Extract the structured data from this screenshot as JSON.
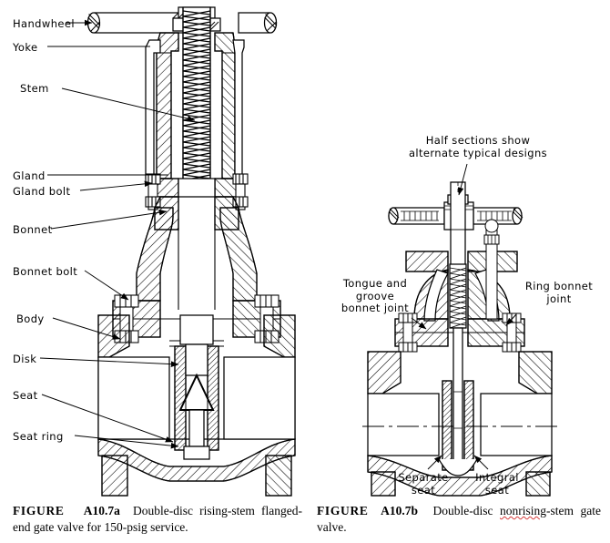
{
  "figure": {
    "type": "engineering-cross-section-diagram",
    "subject": "Double-disc gate valves",
    "background_color": "#ffffff",
    "line_color": "#000000",
    "spellcheck_underline_color": "#d63b3b"
  },
  "left_figure": {
    "id": "A10.7a",
    "title": "Double-disc rising-stem flanged-end gate valve",
    "callouts": [
      {
        "id": "handwheel",
        "label": "Handwheel"
      },
      {
        "id": "yoke",
        "label": "Yoke"
      },
      {
        "id": "stem",
        "label": "Stem"
      },
      {
        "id": "gland",
        "label": "Gland"
      },
      {
        "id": "gland-bolt",
        "label": "Gland  bolt"
      },
      {
        "id": "bonnet",
        "label": "Bonnet"
      },
      {
        "id": "bonnet-bolt",
        "label": "Bonnet  bolt"
      },
      {
        "id": "body",
        "label": "Body"
      },
      {
        "id": "disk",
        "label": "Disk"
      },
      {
        "id": "seat",
        "label": "Seat"
      },
      {
        "id": "seat-ring",
        "label": "Seat  ring"
      }
    ]
  },
  "right_figure": {
    "id": "A10.7b",
    "title": "Double-disc nonrising-stem gate valve",
    "callouts": [
      {
        "id": "half-sections",
        "label": "Half sections show\nalternate typical designs",
        "line1": "Half sections show",
        "line2": "alternate typical designs"
      },
      {
        "id": "tongue-groove-joint",
        "label": "Tongue and groove bonnet joint",
        "line1": "Tongue and",
        "line2": "groove",
        "line3": "bonnet joint"
      },
      {
        "id": "ring-bonnet-joint",
        "label": "Ring bonnet joint",
        "line1": "Ring bonnet",
        "line2": "joint"
      },
      {
        "id": "separate-seat",
        "label": "Separate seat",
        "line1": "Separate",
        "line2": "seat"
      },
      {
        "id": "integral-seat",
        "label": "Integral seat",
        "line1": "Integral",
        "line2": "seat"
      }
    ]
  },
  "captions": {
    "left": {
      "figure_word": "FIGURE",
      "number": "A10.7a",
      "text_line1": "Double-disc   rising-stem",
      "text_line2": "flanged-end gate valve for  150-psig service."
    },
    "right": {
      "figure_word": "FIGURE",
      "number": "A10.7b",
      "text_pre": "Double-disc ",
      "text_misspelled": "nonrising",
      "text_post": "-stem",
      "text_line2": "gate valve."
    }
  }
}
